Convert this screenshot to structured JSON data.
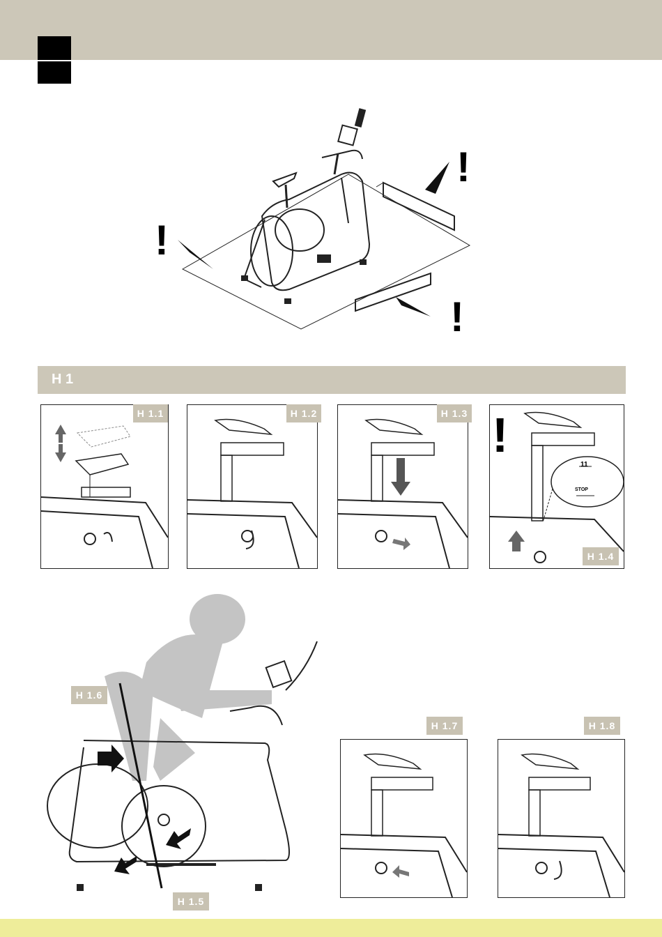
{
  "section": {
    "title": "H 1"
  },
  "labels": {
    "h11": "H 1.1",
    "h12": "H 1.2",
    "h13": "H 1.3",
    "h14": "H 1.4",
    "h15": "H 1.5",
    "h16": "H 1.6",
    "h17": "H 1.7",
    "h18": "H 1.8"
  },
  "detail": {
    "number": "11",
    "stop": "STOP"
  },
  "warning_symbol": "!",
  "colors": {
    "band": "#ccc7b8",
    "tag": "#c8c2b2",
    "footer": "#eeed9a",
    "arrow": "#555555",
    "figure": "#c4c4c4"
  }
}
